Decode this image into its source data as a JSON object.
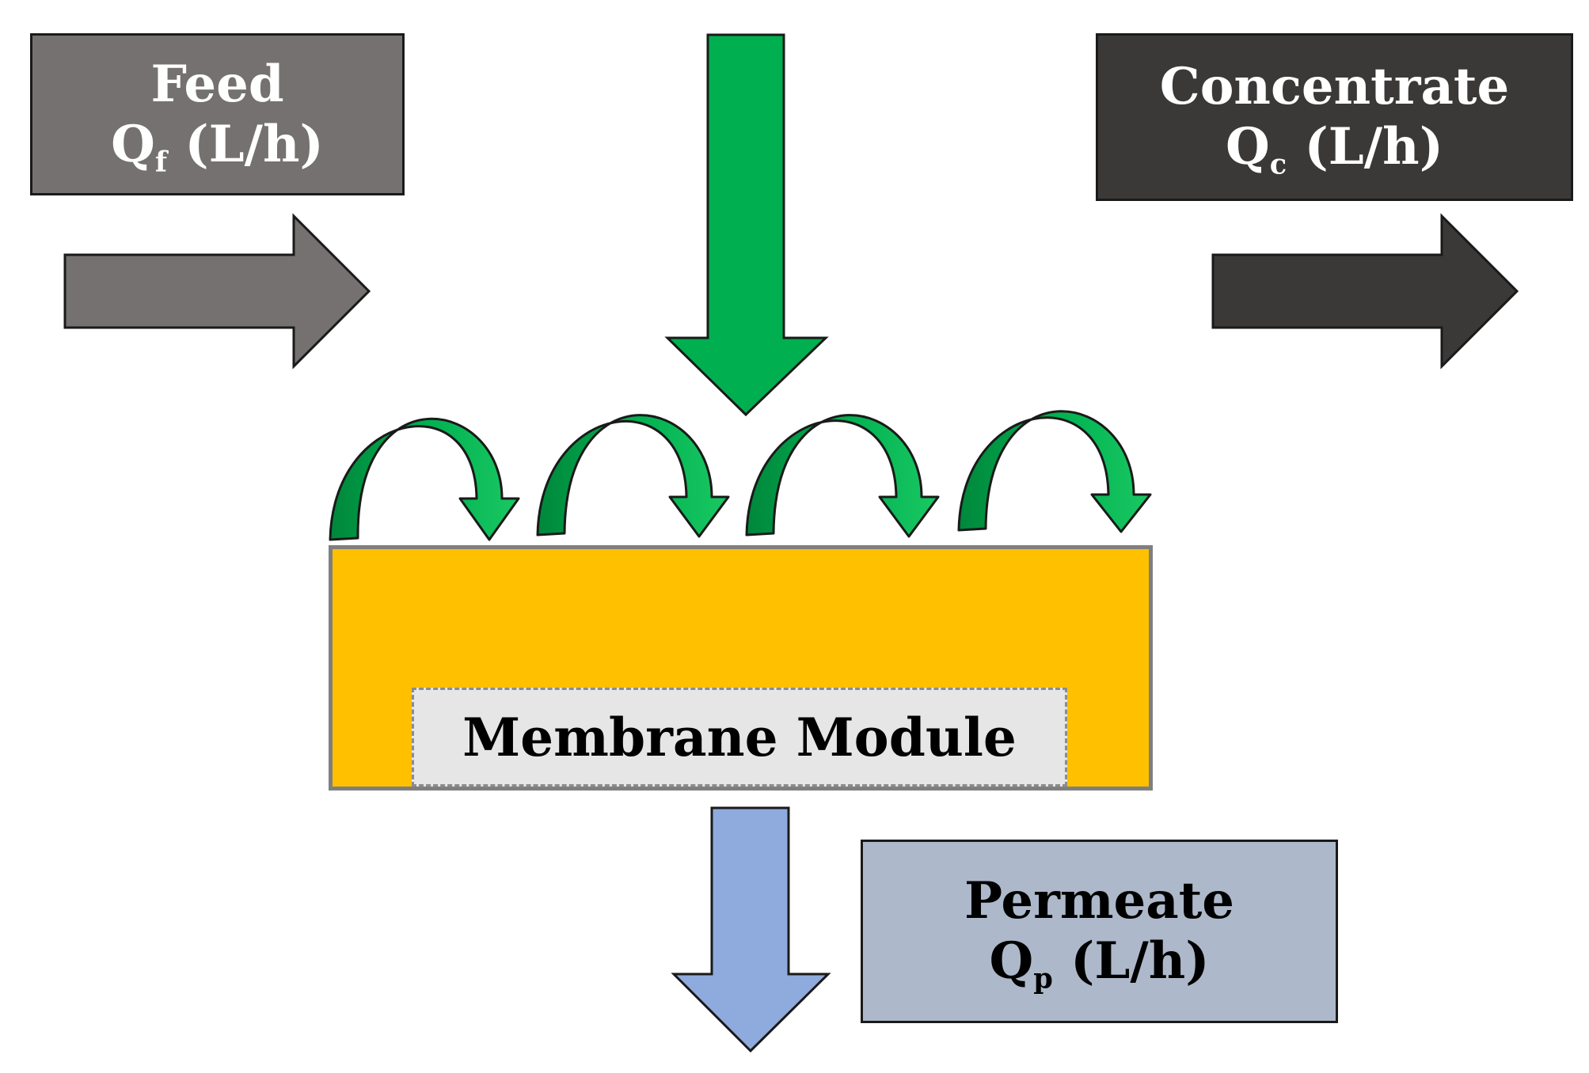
{
  "feed": {
    "title": "Feed",
    "q_symbol": "Q",
    "q_sub": "f",
    "unit": "(L/h)"
  },
  "concentrate": {
    "title": "Concentrate",
    "q_symbol": "Q",
    "q_sub": "c",
    "unit": "(L/h)"
  },
  "permeate": {
    "title": "Permeate",
    "q_symbol": "Q",
    "q_sub": "p",
    "unit": "(L/h)"
  },
  "module": {
    "label": "Membrane Module"
  },
  "colors": {
    "feed": "#757171",
    "concentrate": "#3b3838",
    "permeate_box": "#adb9ca",
    "permeate_arrow": "#8faadc",
    "inflow_arrow": "#00b050",
    "crossflow_arrow": "#00b050",
    "module": "#ffc000",
    "module_label": "#e7e6e6"
  }
}
